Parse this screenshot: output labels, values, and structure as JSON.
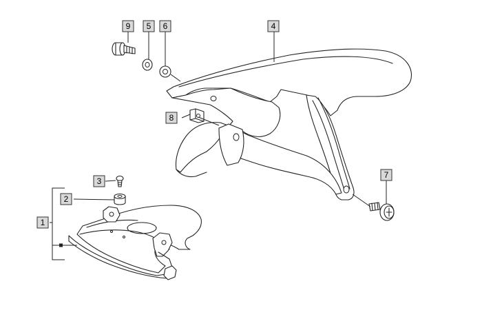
{
  "callouts": [
    {
      "id": "1",
      "label": "1"
    },
    {
      "id": "2",
      "label": "2"
    },
    {
      "id": "3",
      "label": "3"
    },
    {
      "id": "4",
      "label": "4"
    },
    {
      "id": "5",
      "label": "5"
    },
    {
      "id": "6",
      "label": "6"
    },
    {
      "id": "7",
      "label": "7"
    },
    {
      "id": "8",
      "label": "8"
    },
    {
      "id": "9",
      "label": "9"
    }
  ],
  "parts": [
    {
      "id": "1",
      "icon": "lower-splash-guard-icon"
    },
    {
      "id": "2",
      "icon": "spacer-bushing-icon"
    },
    {
      "id": "3",
      "icon": "small-screw-icon"
    },
    {
      "id": "4",
      "icon": "rear-fender-icon"
    },
    {
      "id": "5",
      "icon": "washer-icon"
    },
    {
      "id": "6",
      "icon": "washer-icon"
    },
    {
      "id": "7",
      "icon": "phillips-screw-icon"
    },
    {
      "id": "8",
      "icon": "clip-nut-icon"
    },
    {
      "id": "9",
      "icon": "bolt-icon"
    }
  ],
  "colors": {
    "callout_fill": "#d9d9d9",
    "line": "#222222",
    "background": "#ffffff"
  }
}
